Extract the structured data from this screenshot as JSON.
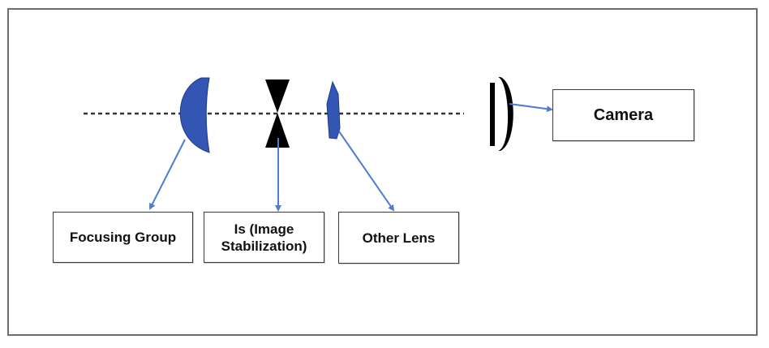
{
  "labels": {
    "focusing_group": "Focusing Group",
    "image_stabilization": "Is (Image\nStabilization)",
    "other_lens": "Other Lens",
    "camera": "Camera"
  },
  "colors": {
    "lens_blue": "#3355b4",
    "arrow_blue": "#4f7bd1",
    "black": "#000000",
    "frame": "#6d6d6d"
  }
}
